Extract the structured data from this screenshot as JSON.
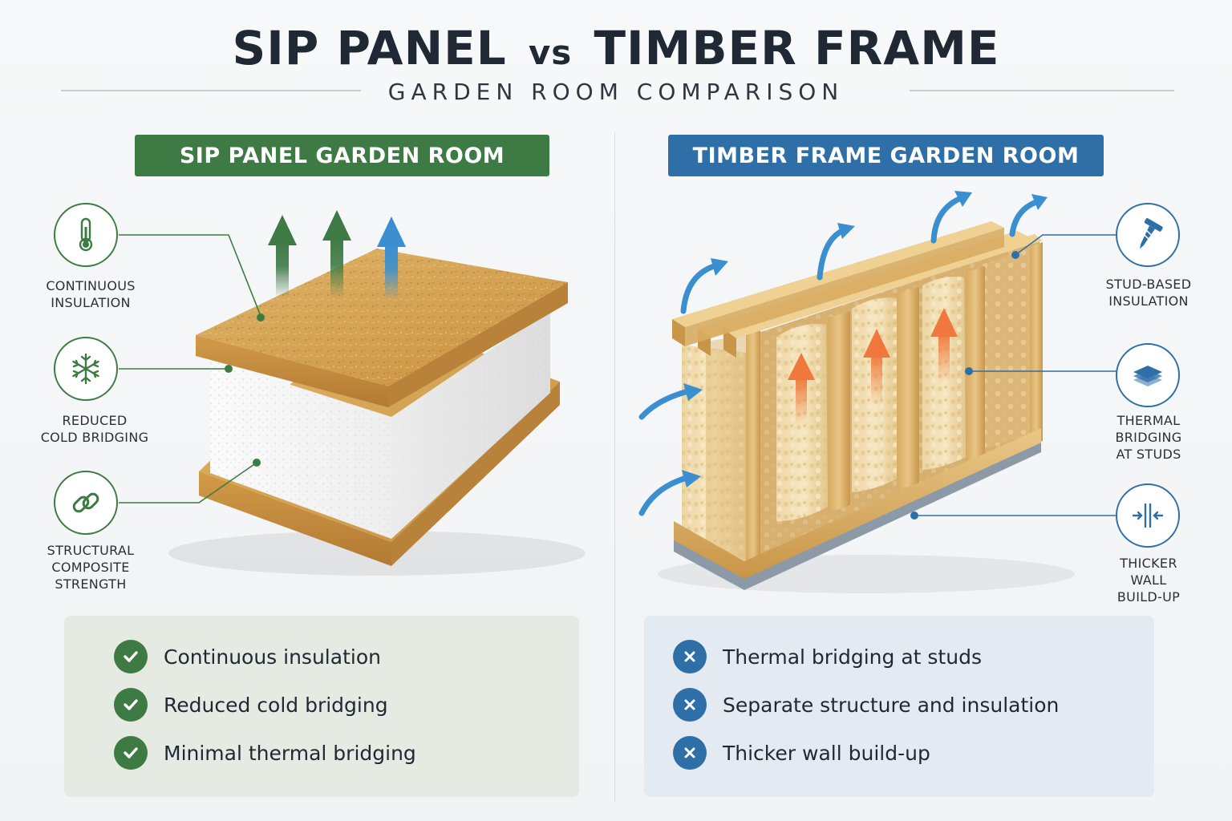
{
  "header": {
    "title_left": "SIP PANEL",
    "title_vs": "vs",
    "title_right": "TIMBER FRAME",
    "subtitle": "GARDEN ROOM COMPARISON"
  },
  "sip": {
    "banner": "SIP PANEL GARDEN ROOM",
    "features": [
      {
        "line1": "CONTINUOUS",
        "line2": "INSULATION",
        "line3": "",
        "icon": "thermometer-icon"
      },
      {
        "line1": "REDUCED",
        "line2": "COLD BRIDGING",
        "line3": "",
        "icon": "snowflake-icon"
      },
      {
        "line1": "STRUCTURAL",
        "line2": "COMPOSITE",
        "line3": "STRENGTH",
        "icon": "chain-link-icon"
      }
    ],
    "benefits": [
      "Continuous insulation",
      "Reduced cold bridging",
      "Minimal thermal bridging"
    ]
  },
  "timber": {
    "banner": "TIMBER FRAME GARDEN ROOM",
    "features": [
      {
        "line1": "STUD-BASED",
        "line2": "INSULATION",
        "line3": "",
        "icon": "nail-icon"
      },
      {
        "line1": "THERMAL",
        "line2": "BRIDGING",
        "line3": "AT STUDS",
        "icon": "layers-icon"
      },
      {
        "line1": "THICKER",
        "line2": "WALL",
        "line3": "BUILD-UP",
        "icon": "wall-thickness-icon"
      }
    ],
    "drawbacks": [
      "Thermal bridging at studs",
      "Separate structure and insulation",
      "Thicker wall build-up"
    ]
  },
  "colors": {
    "sip_green": "#3e7a44",
    "timber_blue": "#2f6fa7",
    "heat_orange": "#f0783c",
    "title_dark": "#1f2833"
  }
}
